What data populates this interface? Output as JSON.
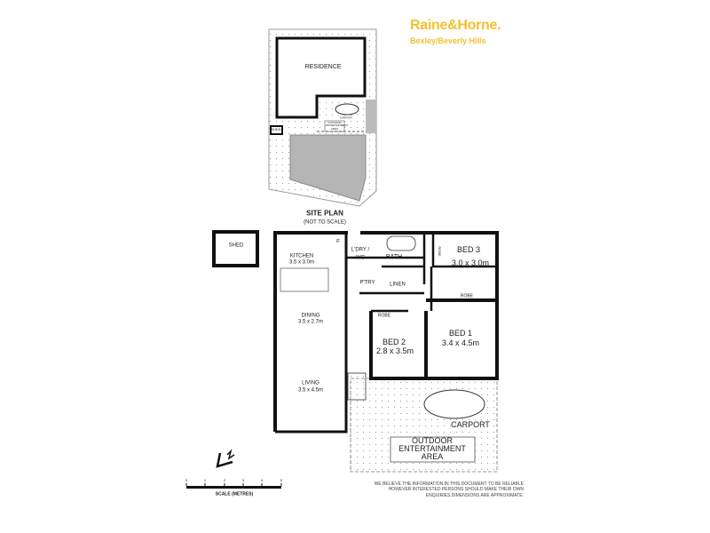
{
  "brand": {
    "name": "Raine&Horne.",
    "office": "Bexley/Beverly Hills",
    "color": "#f2c12e"
  },
  "site_plan": {
    "title": "SITE PLAN",
    "subtitle": "(NOT TO SCALE)",
    "residence": "RESIDENCE",
    "shed": "SHED",
    "carport": "CARPORT",
    "outdoor": "OUTDOOR ENTERTAINMENT AREA"
  },
  "floor_plan": {
    "shed": "SHED",
    "kitchen": {
      "name": "KITCHEN",
      "size": "3.5 x 3.0m"
    },
    "fridge": "F",
    "laundry": {
      "name": "L'DRY /",
      "name2": "WC"
    },
    "bath": "BATH",
    "bed3": {
      "name": "BED 3",
      "size": "3.0 x 3.0m"
    },
    "robe_bed3": "ROBE",
    "pantry": "P'TRY",
    "linen": "LINEN",
    "dining": {
      "name": "DINING",
      "size": "3.5 x 2.7m"
    },
    "bed2": {
      "name": "BED 2",
      "size": "2.8 x 3.5m"
    },
    "robe_bed2": "ROBE",
    "bed1": {
      "name": "BED 1",
      "size": "3.4 x 4.5m"
    },
    "robe_bed1": "ROBE",
    "living": {
      "name": "LIVING",
      "size": "3.5 x 4.5m"
    },
    "carport": "CARPORT",
    "outdoor": {
      "line1": "OUTDOOR",
      "line2": "ENTERTAINMENT",
      "line3": "AREA"
    }
  },
  "scale": {
    "ticks": [
      "0",
      "1",
      "2",
      "3",
      "4",
      "5"
    ],
    "label": "SCALE (METRES)"
  },
  "north_icon": "north-arrow-icon",
  "disclaimer": "WE BELIEVE THE INFORMATION IN THIS DOCUMENT TO BE RELIABLE HOWEVER INTERESTED PERSONS SHOULD MAKE THEIR OWN ENQUIRIES.DIMENSIONS ARE APPROXIMATE."
}
